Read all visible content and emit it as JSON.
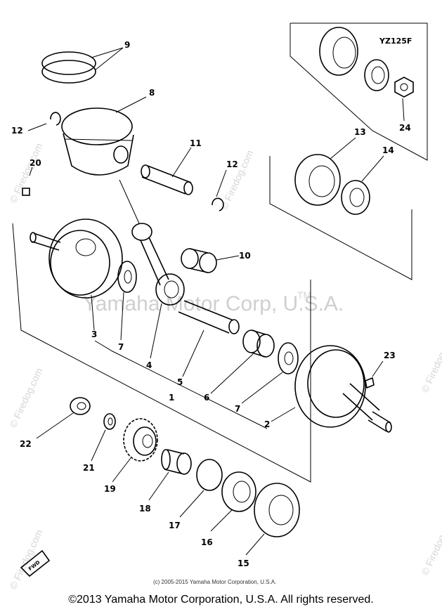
{
  "diagram": {
    "model_label": "YZ125F",
    "part_labels": {
      "p1": "1",
      "p2": "2",
      "p3": "3",
      "p4": "4",
      "p5": "5",
      "p6": "6",
      "p7a": "7",
      "p7b": "7",
      "p8": "8",
      "p9": "9",
      "p10": "10",
      "p11": "11",
      "p12a": "12",
      "p12b": "12",
      "p13": "13",
      "p14": "14",
      "p15": "15",
      "p16": "16",
      "p17": "17",
      "p18": "18",
      "p19": "19",
      "p20": "20",
      "p21": "21",
      "p22": "22",
      "p23": "23",
      "p24": "24"
    },
    "watermark_main": "Yamaha Motor Corp, U.S.A.",
    "watermark_tm": "TM",
    "watermark_site": "© Firedog.com",
    "fwd_label": "FWD"
  },
  "footer": {
    "small_copyright": "(c) 2005-2015 Yamaha Motor Corporation, U.S.A.",
    "main_copyright": "©2013 Yamaha Motor Corporation, U.S.A. All rights reserved."
  }
}
